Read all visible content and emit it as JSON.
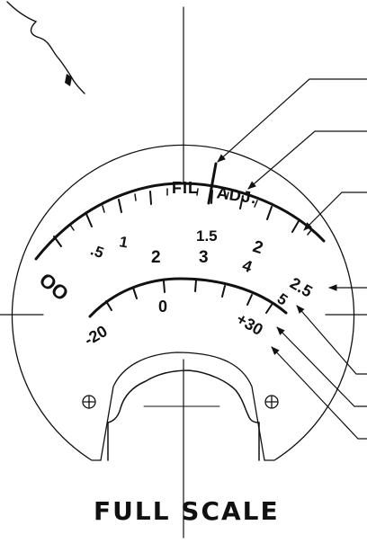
{
  "ink_color": "#111111",
  "paper_color": "#ffffff",
  "caption": "FULL SCALE",
  "adjust_label": {
    "left": "FIL",
    "right": "ADJ."
  },
  "outer_scale": {
    "labels": [
      "OO",
      ".5",
      "1",
      "2",
      "1.5",
      "2",
      "2.5"
    ],
    "major_ticks": 9,
    "minor_ticks": 8
  },
  "middle_scale": {
    "labels": [
      "3",
      "4",
      "5"
    ]
  },
  "inner_scale": {
    "labels": [
      "-20",
      "0",
      "+30"
    ],
    "ticks": 7
  },
  "icons": [
    "mounting-screw-icon",
    "mounting-screw-icon"
  ]
}
